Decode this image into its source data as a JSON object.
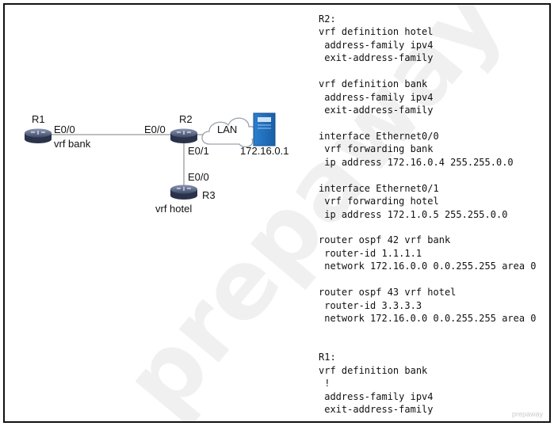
{
  "diagram": {
    "routers": [
      {
        "name": "R1",
        "interface": "E0/0",
        "vrf_label": "vrf bank"
      },
      {
        "name": "R2",
        "interfaces": [
          "E0/0",
          "E0/1"
        ]
      },
      {
        "name": "R3",
        "interface": "E0/0",
        "vrf_label": "vrf hotel"
      }
    ],
    "lan_label": "LAN",
    "server_ip": "172.16.0.1"
  },
  "config_lines": [
    "R2:",
    "vrf definition hotel",
    " address-family ipv4",
    " exit-address-family",
    "",
    "vrf definition bank",
    " address-family ipv4",
    " exit-address-family",
    "",
    "interface Ethernet0/0",
    " vrf forwarding bank",
    " ip address 172.16.0.4 255.255.0.0",
    "",
    "interface Ethernet0/1",
    " vrf forwarding hotel",
    " ip address 172.1.0.5 255.255.0.0",
    "",
    "router ospf 42 vrf bank",
    " router-id 1.1.1.1",
    " network 172.16.0.0 0.0.255.255 area 0",
    "",
    "router ospf 43 vrf hotel",
    " router-id 3.3.3.3",
    " network 172.16.0.0 0.0.255.255 area 0",
    "",
    "",
    "R1:",
    "vrf definition bank",
    " !",
    " address-family ipv4",
    " exit-address-family"
  ],
  "watermark": "prepaway",
  "corner_mark": "prepaway"
}
